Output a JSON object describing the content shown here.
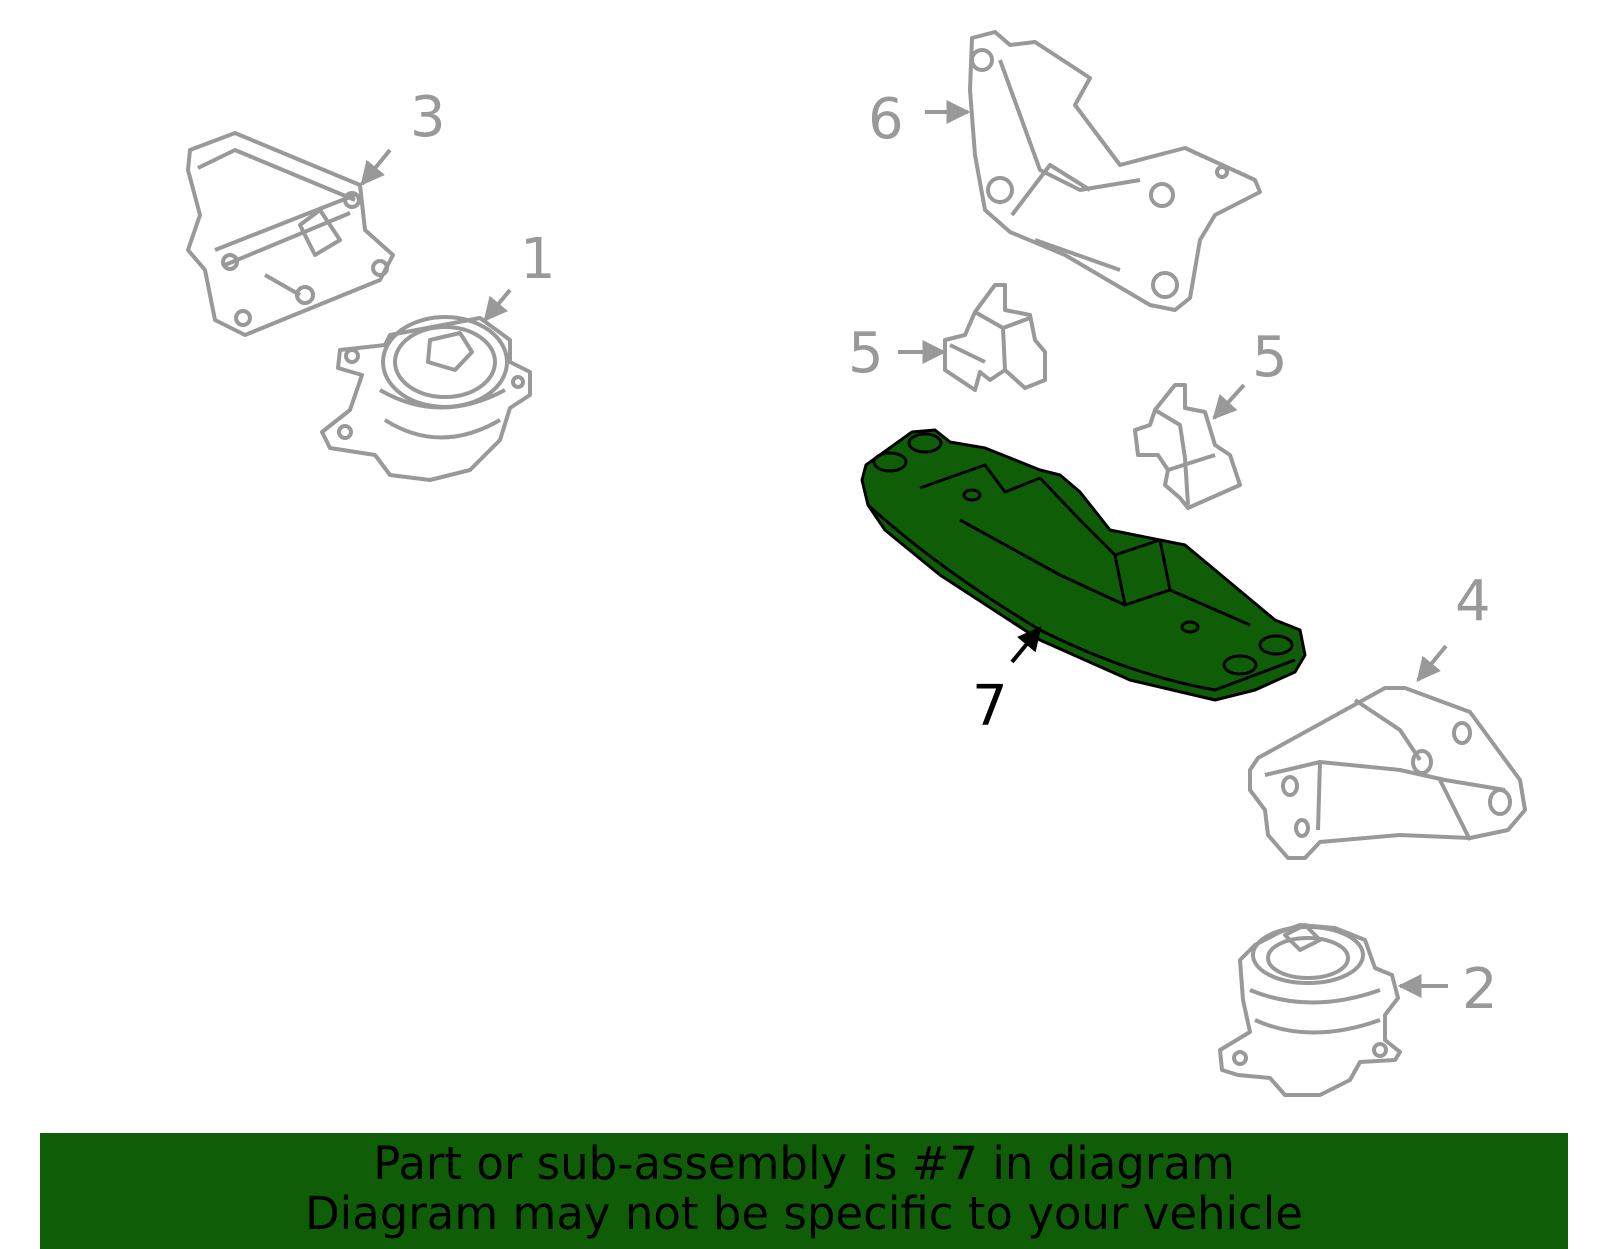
{
  "callouts": {
    "part_1": "1",
    "part_2": "2",
    "part_3": "3",
    "part_4": "4",
    "part_5a": "5",
    "part_5b": "5",
    "part_6": "6",
    "part_7": "7"
  },
  "banner": {
    "line1": "Part or sub-assembly is #7 in diagram",
    "line2": "Diagram may not be specific to your vehicle"
  },
  "colors": {
    "highlight": "#0f5e07",
    "part_outline": "#999999",
    "highlight_outline": "#000000"
  }
}
